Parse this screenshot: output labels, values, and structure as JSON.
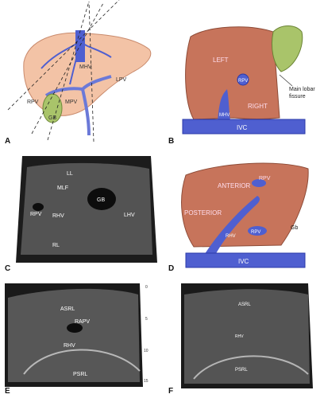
{
  "panels": {
    "A": {
      "letter": "A",
      "labels": {
        "mhv": "MHV",
        "lpv": "LPV",
        "rpv": "RPV",
        "mpv": "MPV",
        "gb": "GB"
      }
    },
    "B": {
      "letter": "B",
      "labels": {
        "left": "LEFT",
        "right": "RIGHT",
        "rpv": "RPV",
        "mhv": "MHV",
        "ivc": "IVC",
        "fissure_line1": "Main lobar",
        "fissure_line2": "fissure"
      }
    },
    "C": {
      "letter": "C",
      "labels": {
        "ll": "LL",
        "mlf": "MLF",
        "gb": "GB",
        "rpv": "RPV",
        "rhv": "RHV",
        "lhv": "LHV",
        "rl": "RL"
      }
    },
    "D": {
      "letter": "D",
      "labels": {
        "anterior": "ANTERIOR",
        "posterior": "POSTERIOR",
        "rpv_top": "RPV",
        "rpv_low": "RPV",
        "rhv": "RHV",
        "gb": "Gb",
        "ivc": "IVC"
      }
    },
    "E": {
      "letter": "E",
      "labels": {
        "asrl": "ASRL",
        "rapv": "RAPV",
        "rhv": "RHV",
        "psrl": "PSRL"
      },
      "scale": [
        "0",
        "5",
        "10",
        "15"
      ]
    },
    "F": {
      "letter": "F",
      "labels": {
        "asrl": "ASRL",
        "rhv": "RHV",
        "psrl": "PSRL"
      }
    }
  },
  "colors": {
    "liver": "#f3c3a6",
    "liver_outline": "#c98a6c",
    "liver_section": "#c7745b",
    "vessel_blue": "#4f5fd0",
    "vessel_dark": "#2b3aa8",
    "gallbladder": "#a9c46a",
    "us_dark": "#141414"
  }
}
